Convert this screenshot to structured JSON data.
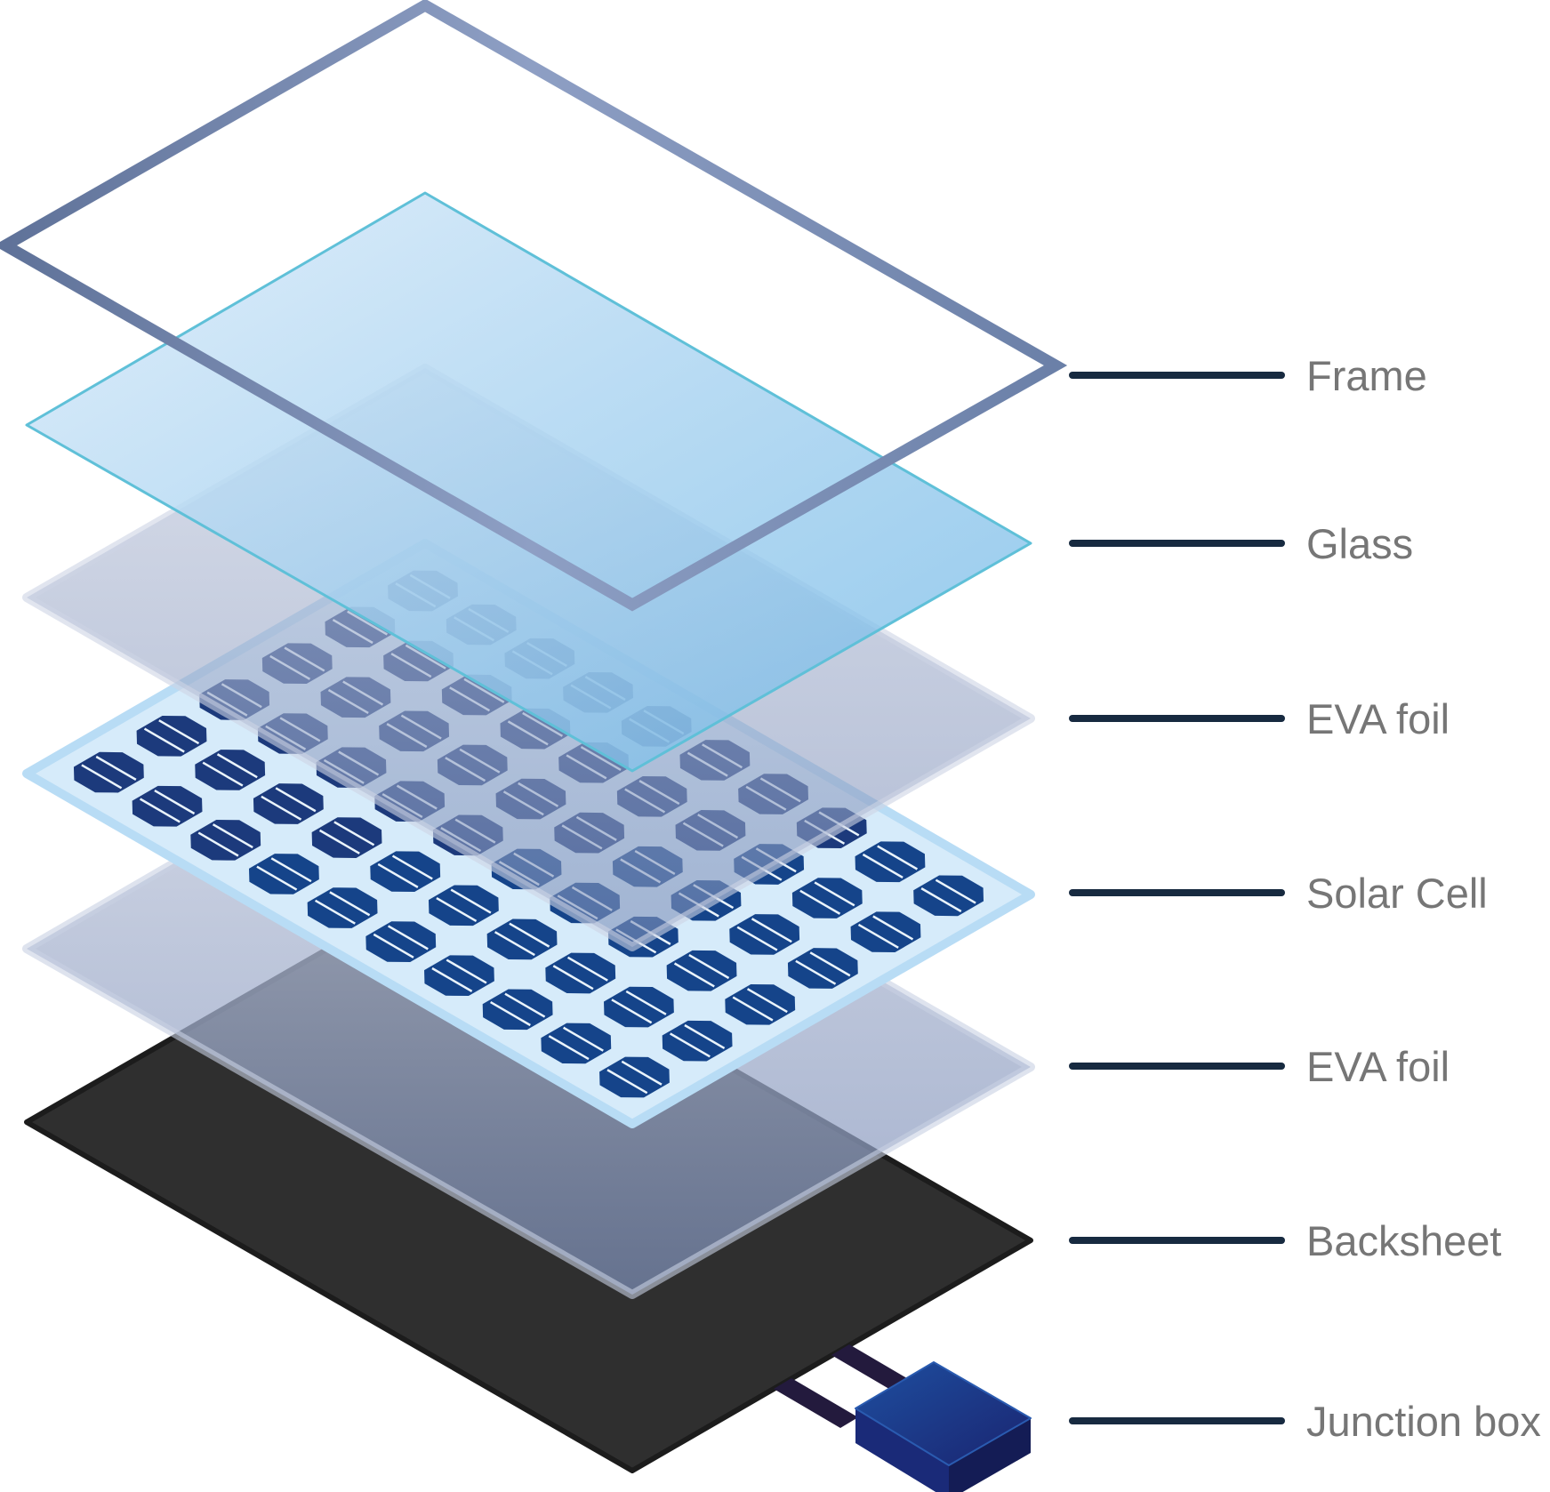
{
  "title": "Solar panel layers",
  "layers": [
    {
      "label": "Frame"
    },
    {
      "label": "Glass"
    },
    {
      "label": "EVA foil"
    },
    {
      "label": "Solar Cell"
    },
    {
      "label": "EVA foil"
    },
    {
      "label": "Backsheet"
    },
    {
      "label": "Junction box"
    }
  ],
  "colors": {
    "frame": "#6b80a8",
    "glass": "#a8d4f0",
    "eva": "#b8c2d8",
    "cell": "#1a3a80",
    "backsheet": "#2f2f2f",
    "junction_box": "#1e3a8a",
    "leader": "#172a40",
    "label": "#767676"
  },
  "cell_grid": {
    "rows": 6,
    "columns": 10
  }
}
